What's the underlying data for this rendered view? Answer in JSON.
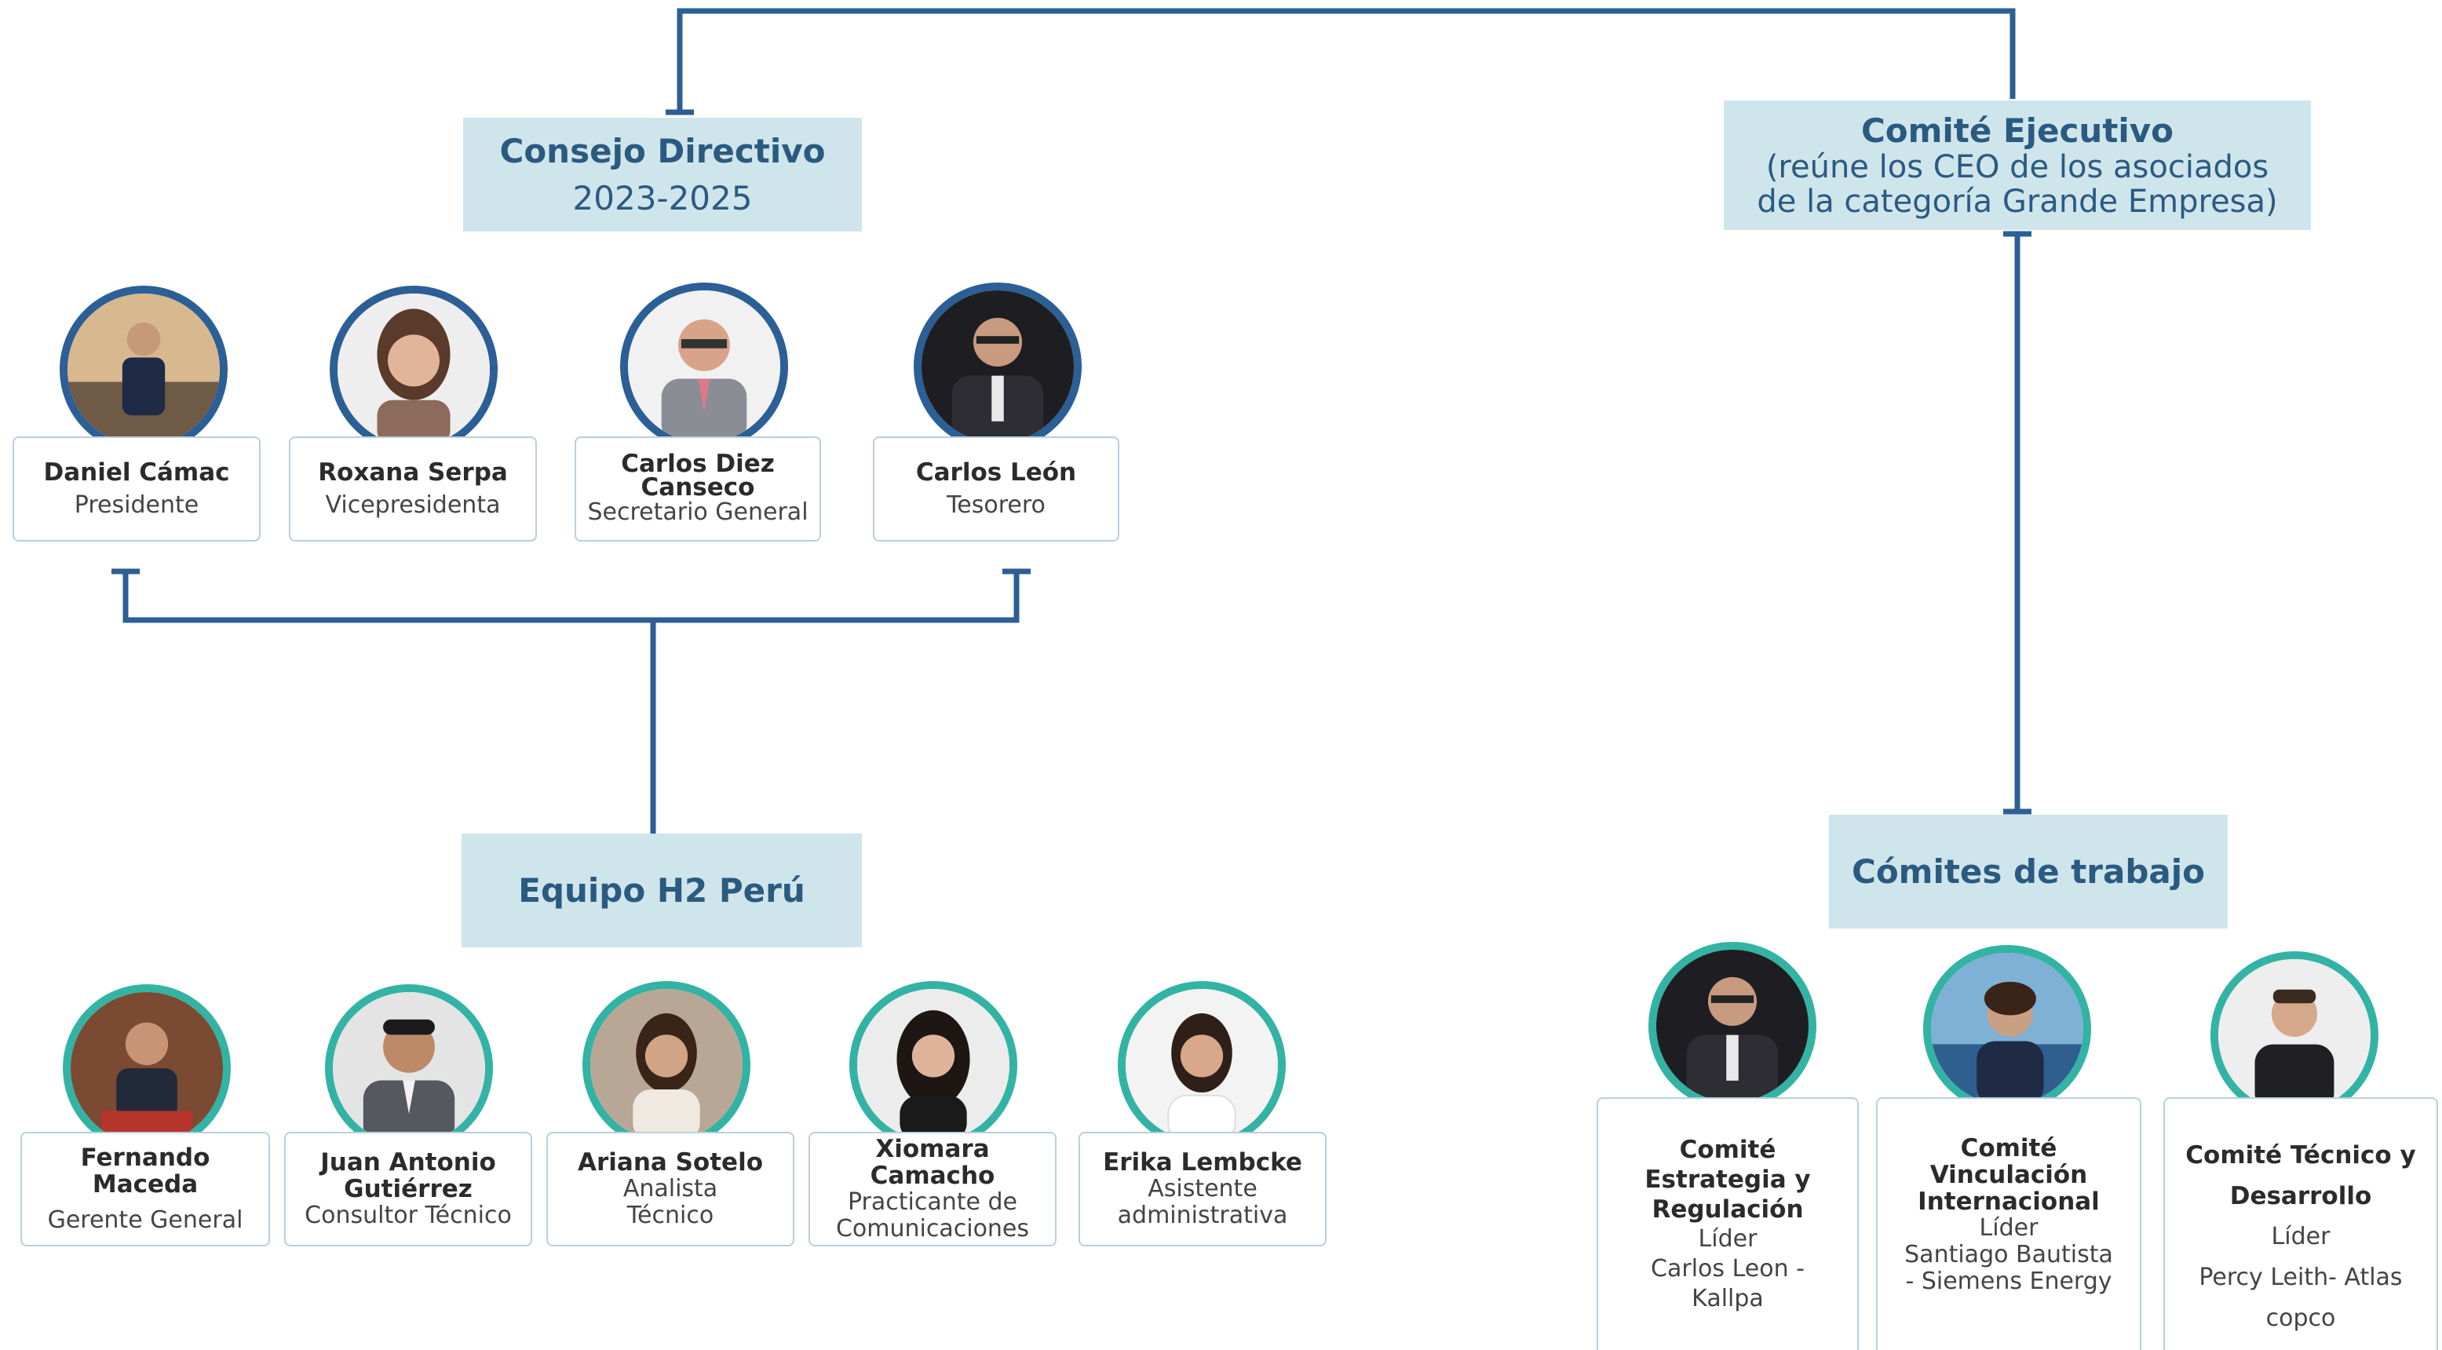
{
  "consejo": {
    "title": "Consejo Directivo",
    "years": "2023-2025"
  },
  "ejecutivo": {
    "title": "Comité Ejecutivo",
    "subtitle_line1": "(reúne los CEO de los asociados",
    "subtitle_line2": "de la categoría Grande Empresa)"
  },
  "equipo": {
    "title": "Equipo H2 Perú"
  },
  "comites": {
    "title": "Cómites de trabajo"
  },
  "board": [
    {
      "name": "Daniel Cámac",
      "role": "Presidente",
      "photo": "person-photo"
    },
    {
      "name": "Roxana Serpa",
      "role": "Vicepresidenta",
      "photo": "person-photo"
    },
    {
      "name_line1": "Carlos Diez",
      "name_line2": "Canseco",
      "role": "Secretario General",
      "photo": "person-photo"
    },
    {
      "name": "Carlos León",
      "role": "Tesorero",
      "photo": "person-photo"
    }
  ],
  "team": [
    {
      "name": "Fernando Maceda",
      "role": "Gerente General"
    },
    {
      "name_line1": "Juan Antonio",
      "name_line2": "Gutiérrez",
      "role": "Consultor Técnico"
    },
    {
      "name": "Ariana Sotelo",
      "role_line1": "Analista",
      "role_line2": "Técnico"
    },
    {
      "name": "Xiomara Camacho",
      "role_line1": "Practicante de",
      "role_line2": "Comunicaciones"
    },
    {
      "name": "Erika Lembcke",
      "role_line1": "Asistente",
      "role_line2": "administrativa"
    }
  ],
  "committees": [
    {
      "title_lines": [
        "Comité",
        "Estrategia y",
        "Regulación"
      ],
      "leader_label": "Líder",
      "leader_lines": [
        "Carlos Leon -",
        "Kallpa"
      ]
    },
    {
      "title_lines": [
        "Comité",
        "Vinculación",
        "Internacional"
      ],
      "leader_label": "Líder",
      "leader_lines": [
        "Santiago Bautista",
        "- Siemens Energy"
      ]
    },
    {
      "title_lines": [
        "Comité Técnico y",
        "Desarrollo"
      ],
      "leader_label": "Líder",
      "leader_lines": [
        "Percy Leith- Atlas",
        "copco"
      ]
    }
  ],
  "colors": {
    "line": "#2b5f95",
    "header_bg": "#cfe5ec",
    "header_text": "#2b5a80",
    "ring_board": "#2b5f95",
    "ring_team": "#33b3a4"
  }
}
